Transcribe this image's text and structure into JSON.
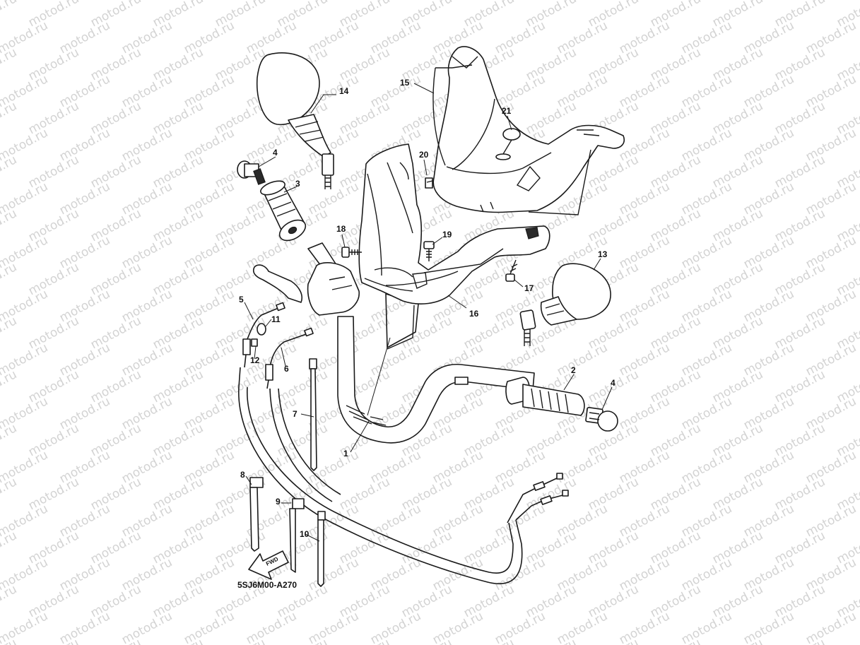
{
  "watermark": {
    "text": "motod.ru"
  },
  "callouts": [
    {
      "id": "c1",
      "label": "1"
    },
    {
      "id": "c2",
      "label": "2"
    },
    {
      "id": "c3",
      "label": "3"
    },
    {
      "id": "c4a",
      "label": "4"
    },
    {
      "id": "c4b",
      "label": "4"
    },
    {
      "id": "c5",
      "label": "5"
    },
    {
      "id": "c6",
      "label": "6"
    },
    {
      "id": "c7",
      "label": "7"
    },
    {
      "id": "c8",
      "label": "8"
    },
    {
      "id": "c9",
      "label": "9"
    },
    {
      "id": "c10",
      "label": "10"
    },
    {
      "id": "c11",
      "label": "11"
    },
    {
      "id": "c12",
      "label": "12"
    },
    {
      "id": "c13",
      "label": "13"
    },
    {
      "id": "c14",
      "label": "14"
    },
    {
      "id": "c15",
      "label": "15"
    },
    {
      "id": "c16",
      "label": "16"
    },
    {
      "id": "c17",
      "label": "17"
    },
    {
      "id": "c18",
      "label": "18"
    },
    {
      "id": "c19",
      "label": "19"
    },
    {
      "id": "c20",
      "label": "20"
    },
    {
      "id": "c21",
      "label": "21"
    }
  ],
  "fwd_label": "FWD",
  "diagram_code": "5SJ6M00-A270",
  "icons": {
    "fwd_arrow": "arrow-left-icon"
  }
}
